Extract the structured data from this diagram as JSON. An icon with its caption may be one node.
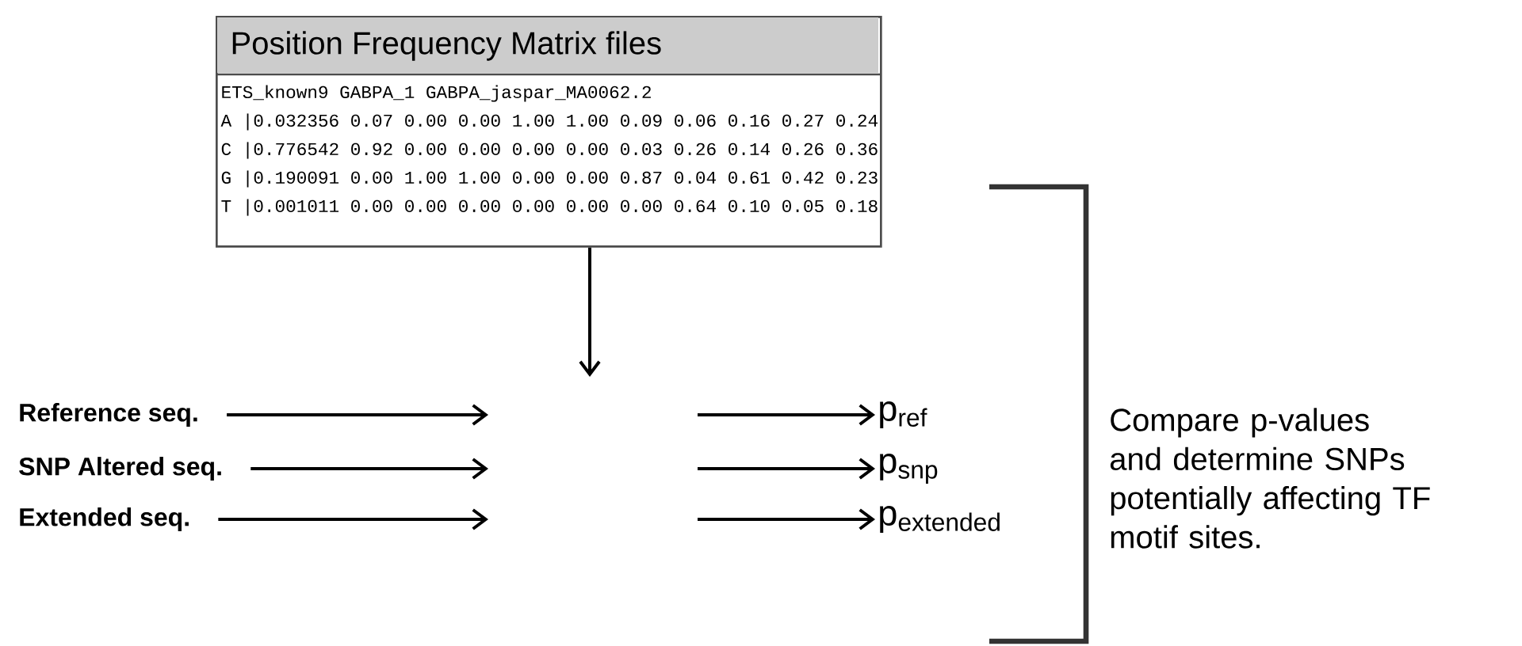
{
  "diagram": {
    "nodes": [
      {
        "text": [
          "Position Frequency Matrix files",
          "ETS_known9 GABPA_1 GABPA_jaspar_MA0062.2",
          "A |0.032356 0.07 0.00 0.00 1.00 1.00 0.09 0.06 0.16 0.27 0.24",
          "C |0.776542 0.92 0.00 0.00 0.00 0.00 0.03 0.26 0.14 0.26 0.36",
          "G |0.190091 0.00 1.00 1.00 0.00 0.00 0.87 0.04 0.61 0.42 0.23",
          "T |0.001011 0.00 0.00 0.00 0.00 0.00 0.00 0.64 0.10 0.05 0.18"
        ]
      },
      {
        "text": [
          "Reference seq."
        ]
      },
      {
        "text": [
          "SNP Altered seq."
        ]
      },
      {
        "text": [
          "Extended seq."
        ]
      },
      {
        "text": [
          "p$_{ref}$"
        ]
      },
      {
        "text": [
          "p$_{snp}$"
        ]
      },
      {
        "text": [
          "p$_{extended}$"
        ]
      },
      {
        "text": [
          "Compare p-values and determine SNPs potentially affecting TF motif sites."
        ]
      }
    ],
    "edges": [
      {
        "from": 0,
        "to": null,
        "arrow": "to"
      },
      {
        "from": 1,
        "to": null,
        "arrow": "to"
      },
      {
        "from": 2,
        "to": null,
        "arrow": "to"
      },
      {
        "from": 3,
        "to": null,
        "arrow": "to"
      },
      {
        "from": null,
        "to": 4,
        "arrow": "to"
      },
      {
        "from": null,
        "to": 5,
        "arrow": "to"
      },
      {
        "from": null,
        "to": 6,
        "arrow": "to"
      }
    ]
  }
}
